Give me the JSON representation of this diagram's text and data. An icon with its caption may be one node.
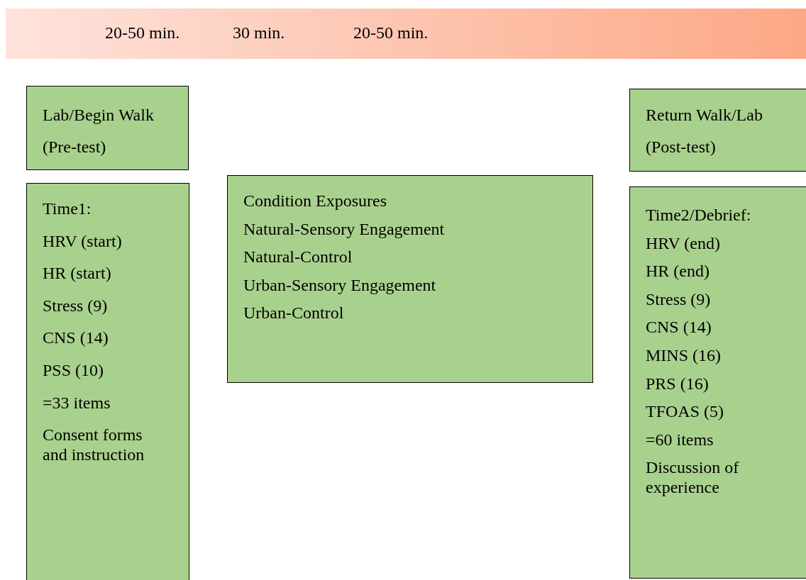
{
  "diagram": {
    "nodes": [
      {
        "text": [
          "20-50 min.",
          "30 min.",
          "20-50 min."
        ]
      },
      {
        "text": [
          "Lab/Begin Walk (Pre-test)"
        ]
      },
      {
        "text": [
          "Time1:",
          "HRV (start)",
          "HR (start)",
          "Stress (9)",
          "CNS (14)",
          "PSS (10)",
          "=33 items",
          "Consent forms and instruction"
        ]
      },
      {
        "text": [
          "Condition Exposures",
          "Natural-Sensory Engagement",
          "Natural-Control",
          "Urban-Sensory Engagement",
          "Urban-Control"
        ]
      },
      {
        "text": [
          "Return Walk/Lab (Post-test)"
        ]
      },
      {
        "text": [
          "Time2/Debrief:",
          "HRV (end)",
          "HR (end)",
          "Stress (9)",
          "CNS (14)",
          "MINS (16)",
          "PRS (16)",
          "TFOAS (5)",
          "=60 items",
          "Discussion of experience"
        ]
      }
    ]
  }
}
